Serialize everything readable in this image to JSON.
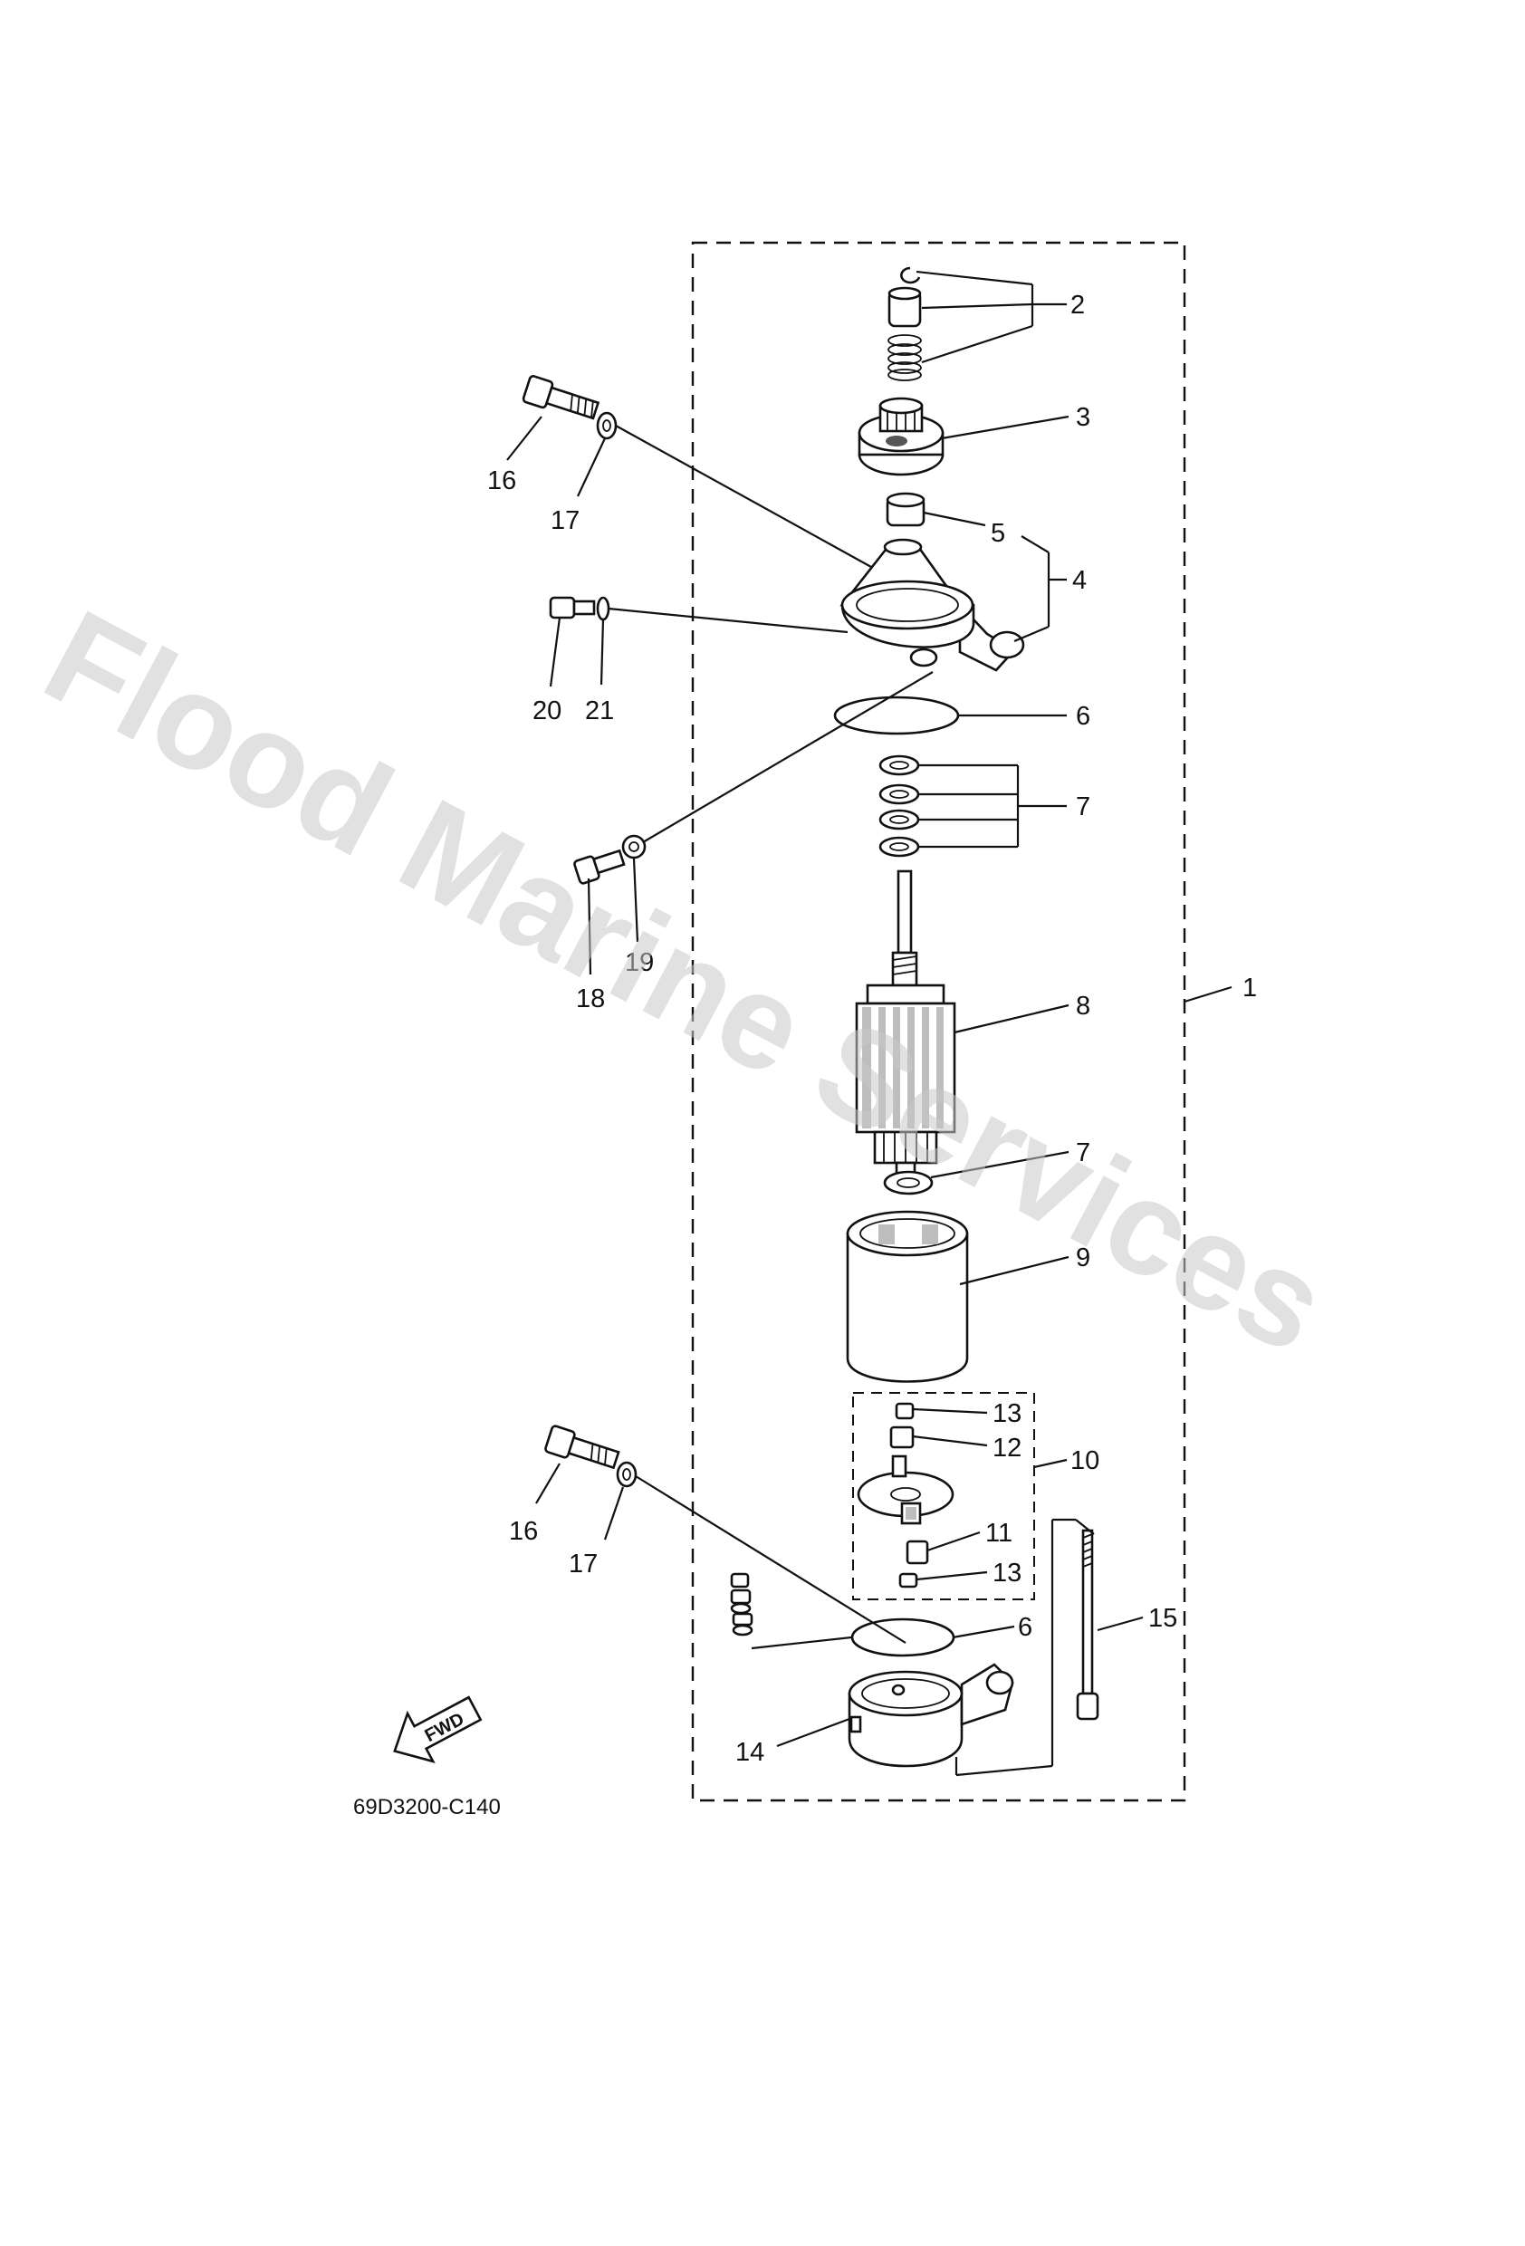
{
  "diagram": {
    "code": "69D3200-C140",
    "fwd_label": "FWD",
    "watermark": "Flood Marine Services",
    "callouts": {
      "c1": "1",
      "c2": "2",
      "c3": "3",
      "c4": "4",
      "c5": "5",
      "c6a": "6",
      "c6b": "6",
      "c7a": "7",
      "c7b": "7",
      "c8": "8",
      "c9": "9",
      "c10": "10",
      "c11": "11",
      "c12": "12",
      "c13a": "13",
      "c13b": "13",
      "c14": "14",
      "c15": "15",
      "c16a": "16",
      "c16b": "16",
      "c17a": "17",
      "c17b": "17",
      "c18": "18",
      "c19": "19",
      "c20": "20",
      "c21": "21"
    }
  }
}
